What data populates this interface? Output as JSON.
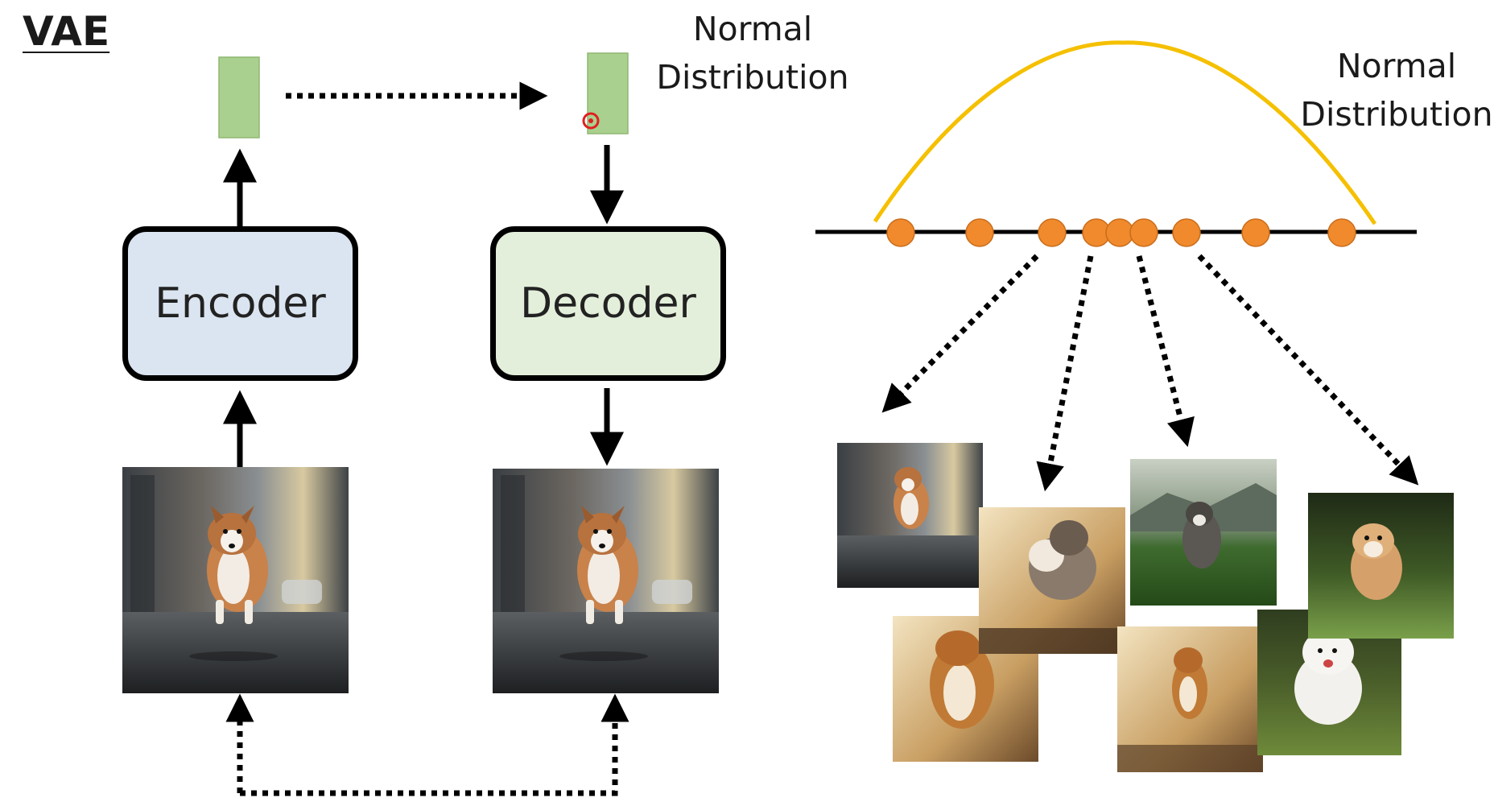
{
  "title": "VAE",
  "encoder_label": "Encoder",
  "decoder_label": "Decoder",
  "distribution_label_left": [
    "Normal",
    "Distribution"
  ],
  "distribution_label_right": [
    "Normal",
    "Distribution"
  ],
  "colors": {
    "encoder_fill": "#dbe5f1",
    "decoder_fill": "#e3efda",
    "latent_fill": "#a9d08e",
    "curve": "#f5c000",
    "sample_dot": "#f08a2c",
    "cursor": "#e02020"
  },
  "latent_samples_count": 9,
  "icons": [
    "dog-photo-input",
    "dog-photo-reconstruction",
    "generated-dog-photo"
  ]
}
